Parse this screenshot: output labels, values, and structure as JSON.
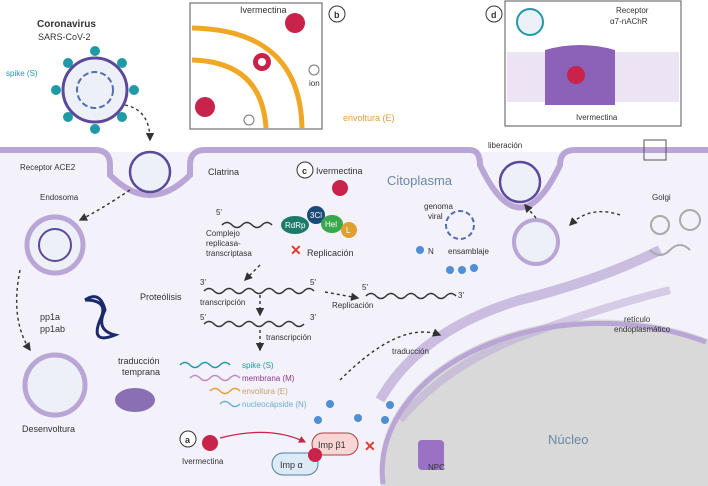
{
  "colors": {
    "cytoplasm": "#f3f1f9",
    "membrane": "#b9a6d6",
    "spike": "#1f9aa6",
    "ivermectin": "#c8234a",
    "envelope": "#f0a726",
    "nucleus": "#d9d9d9",
    "nucleocapsid": "#4f8fd6",
    "membrane_protein": "#8e3a8e",
    "inhibit": "#e23b2e"
  },
  "virus": {
    "title": "Coronavirus",
    "subtitle": "SARS-CoV-2",
    "spike_label": "spike (S)"
  },
  "receptor_ace2": "Receptor ACE2",
  "endosome": "Endosoma",
  "clathrin": "Clatrina",
  "panel_b": {
    "tag": "b",
    "ivermectin": "Ivermectina",
    "ion": "ion",
    "envelope": "envoltura (E)"
  },
  "panel_c": {
    "tag": "c",
    "ivermectin": "Ivermectina",
    "five_prime": "5'",
    "complex": [
      "RdRp",
      "3Cl",
      "Hel",
      "L"
    ],
    "complex_label": [
      "Complejo",
      "replicasa-",
      "transcriptasa"
    ],
    "replication": "Replicación"
  },
  "panel_d": {
    "tag": "d",
    "receptor": [
      "Receptor",
      "α7-nAChR"
    ],
    "ivermectin": "Ivermectina"
  },
  "cytoplasm": "Citoplasma",
  "rna": {
    "strand1_left": "3'",
    "strand1_right": "5'",
    "transcription1": "transcripción",
    "strand2_left": "5'",
    "strand2_right": "3'",
    "transcription2": "transcripción",
    "replication": "Replicación",
    "strand3_left": "5'",
    "strand3_right": "3'"
  },
  "legend": [
    {
      "label": "spike (S)",
      "color": "#1f9aa6"
    },
    {
      "label": "membrana (M)",
      "color": "#8e3a8e"
    },
    {
      "label": "envoltura (E)",
      "color": "#e0a040"
    },
    {
      "label": "nucleocápside (N)",
      "color": "#4f8fd6"
    }
  ],
  "proteolysis": "Proteólisis",
  "polyproteins": [
    "pp1a",
    "pp1ab"
  ],
  "early_translation": [
    "traducción",
    "temprana"
  ],
  "uncoating": "Desenvoltura",
  "panel_a": {
    "tag": "a",
    "ivermectin": "Ivermectina",
    "imp_b1": "Imp β1",
    "imp_a": "Imp α"
  },
  "npc": "NPC",
  "nucleus": "Núcleo",
  "translation": "traducción",
  "er": [
    "retículo",
    "endoplasmático"
  ],
  "golgi": "Golgi",
  "genome": [
    "genoma",
    "viral"
  ],
  "n_label": "N",
  "assembly": "ensamblaje",
  "release": "liberación"
}
